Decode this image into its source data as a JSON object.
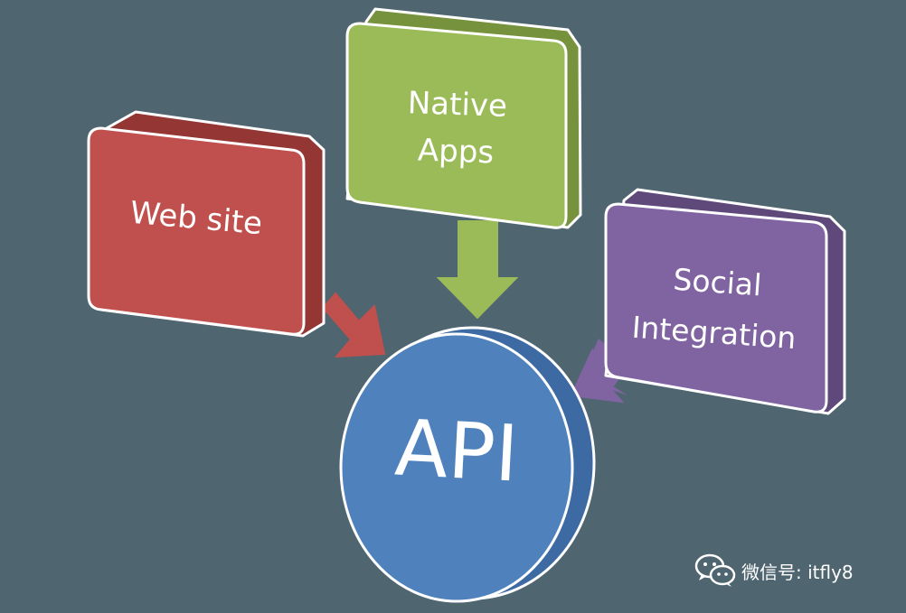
{
  "diagram": {
    "nodes": {
      "web_site": {
        "label": "Web site",
        "color": "#c0504d"
      },
      "native_apps": {
        "lines": [
          "Native",
          "Apps"
        ],
        "color": "#9bbb59"
      },
      "social_integration": {
        "lines": [
          "Social",
          "Integration"
        ],
        "color": "#8064a2"
      },
      "api": {
        "label": "API",
        "color": "#4f81bd"
      }
    },
    "edges": [
      {
        "from": "web_site",
        "to": "api"
      },
      {
        "from": "native_apps",
        "to": "api"
      },
      {
        "from": "social_integration",
        "to": "api"
      }
    ]
  },
  "watermark": {
    "text": "微信号: itfly8",
    "icon": "wechat-icon"
  },
  "colors": {
    "background": "#4f6570",
    "outline": "#ffffff"
  }
}
